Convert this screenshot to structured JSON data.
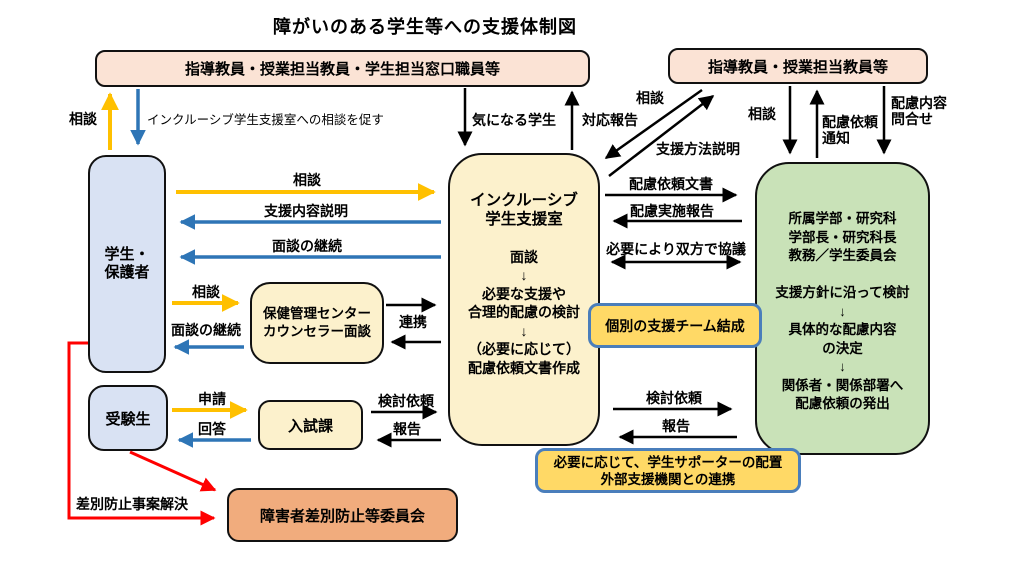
{
  "title": "障がいのある学生等への支援体制図",
  "colors": {
    "c_peach": "#FBE3D5",
    "c_bluebox": "#D9E2F3",
    "c_cream": "#FCF1CC",
    "c_green": "#C9E2B8",
    "c_orange": "#F1AC7D",
    "c_callout": "#FFD966",
    "c_callout_border": "#4A7EBB",
    "a_yellow": "#FFC000",
    "a_blue": "#2E75B6",
    "a_black": "#000000",
    "a_red": "#FF0000"
  },
  "boxes": {
    "top_left_staff": "指導教員・授業担当教員・学生担当窓口職員等",
    "top_right_staff": "指導教員・授業担当教員等",
    "students_parents": [
      "学生・",
      "保護者"
    ],
    "examinees": "受験生",
    "health_center": [
      "保健管理センター",
      "カウンセラー面談"
    ],
    "admissions": "入試課",
    "inclusive_room": [
      "インクルーシブ",
      "学生支援室",
      "",
      "面談",
      "↓",
      "必要な支援や",
      "合理的配慮の検討",
      "↓",
      "（必要に応じて）",
      "配慮依頼文書作成"
    ],
    "faculty_committee": [
      "所属学部・研究科",
      "学部長・研究科長",
      "教務／学生委員会",
      "",
      "支援方針に沿って検討",
      "↓",
      "具体的な配慮内容",
      "の決定",
      "↓",
      "関係者・関係部署へ",
      "配慮依頼の発出"
    ],
    "discrimination_committee": "障害者差別防止等委員会",
    "team_callout": "個別の支援チーム結成",
    "supporter_callout": [
      "必要に応じて、学生サポーターの配置",
      "外部支援機関との連携"
    ]
  },
  "labels": {
    "consult_left": "相談",
    "promote_consult": "インクルーシブ学生支援室への相談を促す",
    "worrisome_student": "気になる学生",
    "response_report": "対応報告",
    "consult_diagonal": "相談",
    "support_method_explain": "支援方法説明",
    "consult_right": "相談",
    "accommodation_request_notice": [
      "配慮依頼",
      "通知"
    ],
    "accommodation_content_inquiry": [
      "配慮内容",
      "問合せ"
    ],
    "consult_center": "相談",
    "support_content_explain": "支援内容説明",
    "interview_continue_1": "面談の継続",
    "consult_health": "相談",
    "interview_continue_2": "面談の継続",
    "cooperation": "連携",
    "application": "申請",
    "reply": "回答",
    "review_request_left": "検討依頼",
    "report_left": "報告",
    "accommodation_request_doc": "配慮依頼文書",
    "accommodation_impl_report": "配慮実施報告",
    "mutual_consult": "必要により双方で協議",
    "review_request_right": "検討依頼",
    "report_right": "報告",
    "discrimination_prevention": "差別防止事案解決"
  }
}
